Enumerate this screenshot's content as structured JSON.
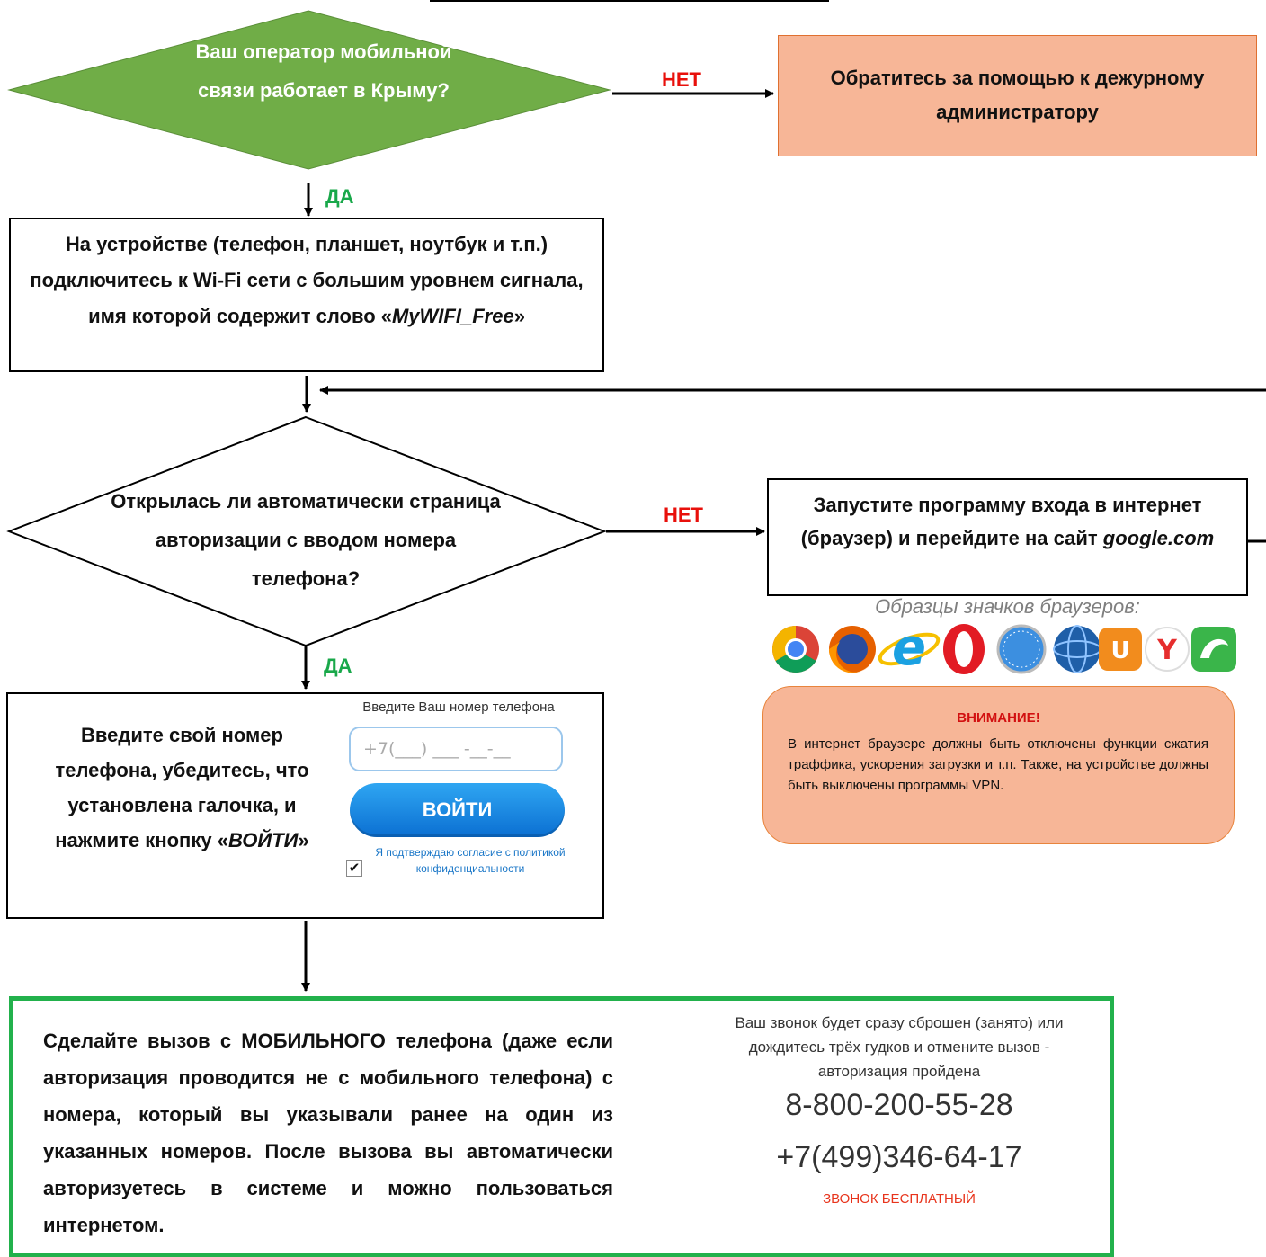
{
  "decision1": {
    "text": "Ваш оператор мобильной связи работает в Крыму?",
    "fill": "#70ad47"
  },
  "decision1_no_label": "НЕТ",
  "decision1_yes_label": "ДА",
  "no_operator_box": {
    "text": "Обратитесь за помощью к дежурному администратору"
  },
  "wifi_step": {
    "text_prefix": "На устройстве (телефон, планшет, ноутбук и т.п.) подключитесь к Wi-Fi сети с большим уровнем сигнала, имя которой содержит слово «",
    "network_name": "MyWIFI_Free",
    "text_suffix": "»"
  },
  "decision2": {
    "text": "Открылась ли автоматически страница авторизации с вводом номера телефона?"
  },
  "decision2_no_label": "НЕТ",
  "decision2_yes_label": "ДА",
  "browser_step": {
    "text_prefix": "Запустите программу входа в интернет (браузер) и перейдите на сайт ",
    "site": "google.com"
  },
  "browser_icons": {
    "caption": "Образцы значков браузеров:",
    "icons": [
      "chrome-icon",
      "firefox-icon",
      "internet-explorer-icon",
      "opera-icon",
      "safari-icon",
      "globe-browser-icon",
      "uc-browser-icon",
      "yandex-browser-icon",
      "dolphin-browser-icon"
    ]
  },
  "warning": {
    "title": "ВНИМАНИЕ!",
    "text": "В интернет браузере должны быть отключены функции сжатия траффика, ускорения загрузки и т.п. Также, на устройстве должны быть выключены программы VPN."
  },
  "phone_step": {
    "text_prefix": "Введите свой номер телефона, убедитесь, что установлена галочка, и нажмите кнопку «",
    "button_name": "ВОЙТИ",
    "text_suffix": "»"
  },
  "login_form": {
    "title": "Введите Ваш номер телефона",
    "phone_placeholder": "+7(___) ___ -__-__",
    "login_button": "ВОЙТИ",
    "consent_text": "Я подтверждаю согласие с политикой конфиденциальности",
    "consent_checked": true
  },
  "final_step": {
    "text": "Сделайте вызов с МОБИЛЬНОГО телефона (даже если авторизация проводится не с мобильного телефона) с номера, который вы указывали ранее на один из указанных номеров. После вызова вы автоматически авторизуетесь в системе и можно пользоваться интернетом.",
    "call_note": "Ваш звонок будет сразу сброшен (занято) или дождитесь трёх гудков и отмените вызов - авторизация пройдена",
    "numbers": [
      "8-800-200-55-28",
      "+7(499)346-64-17"
    ],
    "free_label": "ЗВОНОК БЕСПЛАТНЫЙ"
  }
}
